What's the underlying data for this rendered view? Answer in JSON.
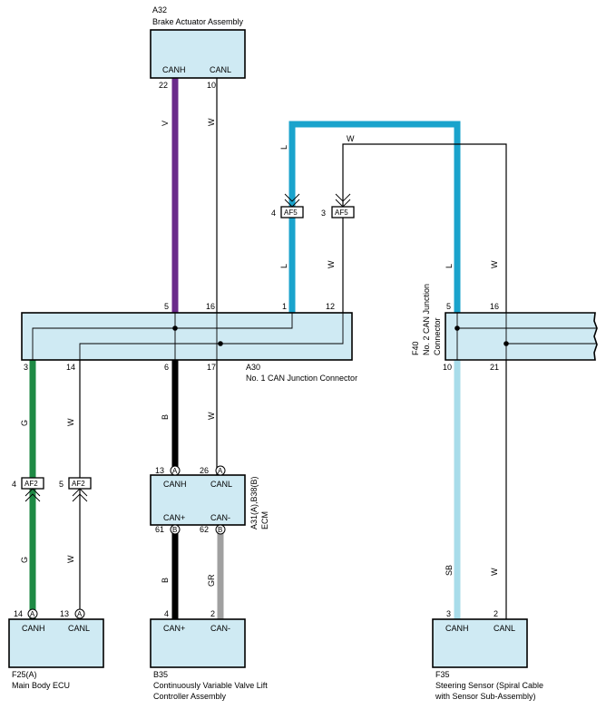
{
  "colors": {
    "box_fill": "#cfeaf3",
    "V": "#6a2a8a",
    "L": "#1aa3cc",
    "G": "#1e8a44",
    "B": "#000000",
    "GR": "#a0a0a0",
    "SB": "#a8dcea",
    "W": "#000000"
  },
  "components": {
    "a32": {
      "code": "A32",
      "name": "Brake Actuator Assembly",
      "pin1": "CANH",
      "pin2": "CANL"
    },
    "a30": {
      "code": "A30",
      "name": "No. 1 CAN Junction Connector"
    },
    "f40": {
      "code": "F40",
      "name_line1": "No. 2 CAN Junction",
      "name_line2": "Connector"
    },
    "ecm": {
      "code": "A31(A),B38(B)",
      "name": "ECM",
      "pin_h": "CANH",
      "pin_l": "CANL",
      "pin_hp": "CAN+",
      "pin_lm": "CAN-"
    },
    "f25": {
      "code": "F25(A)",
      "name": "Main Body ECU",
      "pin1": "CANH",
      "pin2": "CANL"
    },
    "b35": {
      "code": "B35",
      "name_line1": "Continuously Variable Valve Lift",
      "name_line2": "Controller Assembly",
      "pin1": "CAN+",
      "pin2": "CAN-"
    },
    "f35": {
      "code": "F35",
      "name_line1": "Steering Sensor (Spiral Cable",
      "name_line2": "with Sensor Sub-Assembly)",
      "pin1": "CANH",
      "pin2": "CANL"
    }
  },
  "pins": {
    "a32_canh": "22",
    "a32_canl": "10",
    "a30_t5": "5",
    "a30_t16": "16",
    "a30_t1": "1",
    "a30_t12": "12",
    "a30_b3": "3",
    "a30_b14": "14",
    "a30_b6": "6",
    "a30_b17": "17",
    "f40_t5": "5",
    "f40_t16": "16",
    "f40_b10": "10",
    "f40_b21": "21",
    "ecm_13": "13",
    "ecm_26": "26",
    "ecm_61": "61",
    "ecm_62": "62",
    "f25_14": "14",
    "f25_13": "13",
    "b35_4": "4",
    "b35_2": "2",
    "f35_3": "3",
    "f35_2": "2",
    "af5_4": "4",
    "af5_3": "3",
    "af2_4": "4",
    "af2_5": "5"
  },
  "connectors": {
    "af5": "AF5",
    "af2": "AF2",
    "circle_a": "A",
    "circle_b": "B"
  },
  "wire_labels": {
    "v": "V",
    "w": "W",
    "l": "L",
    "g": "G",
    "b": "B",
    "gr": "GR",
    "sb": "SB"
  }
}
